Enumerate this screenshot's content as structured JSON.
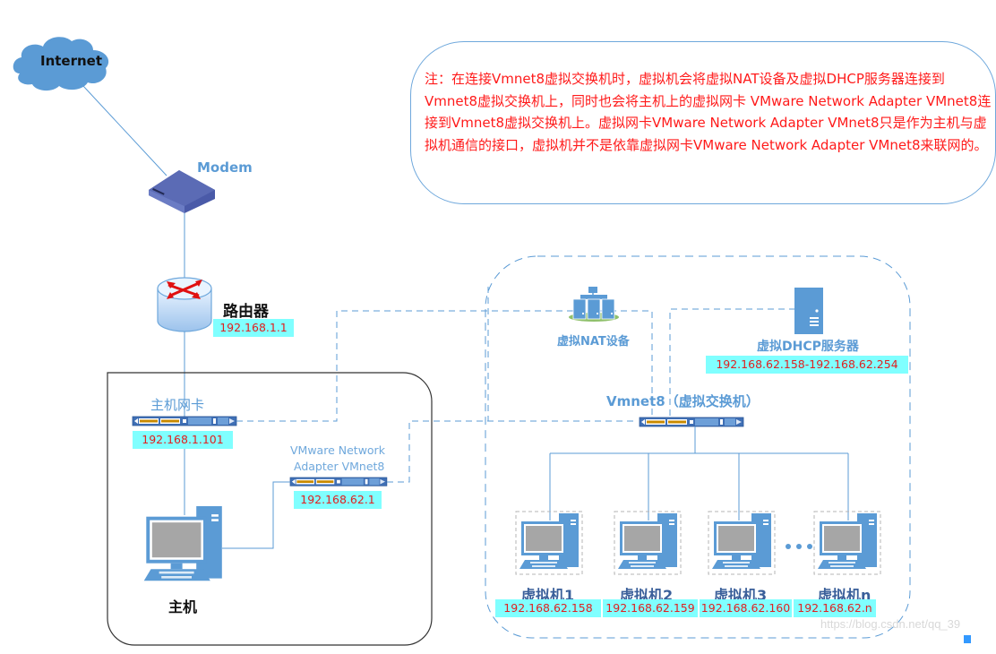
{
  "internet": {
    "label": "Internet",
    "color": "#5b9bd5"
  },
  "modem": {
    "label": "Modem"
  },
  "router": {
    "label": "路由器",
    "ip": "192.168.1.1"
  },
  "host_box": {
    "nic_label": "主机网卡",
    "nic_ip": "192.168.1.101",
    "vmnet8_adapter_label_line1": "VMware Network",
    "vmnet8_adapter_label_line2": "Adapter VMnet8",
    "vmnet8_adapter_ip": "192.168.62.1",
    "host_label": "主机"
  },
  "note": {
    "text": "注：在连接Vmnet8虚拟交换机时，虚拟机会将虚拟NAT设备及虚拟DHCP服务器连接到Vmnet8虚拟交换机上，同时也会将主机上的虚拟网卡 VMware Network Adapter VMnet8连接到Vmnet8虚拟交换机上。虚拟网卡VMware Network Adapter VMnet8只是作为主机与虚拟机通信的接口，虚拟机并不是依靠虚拟网卡VMware Network Adapter VMnet8来联网的。",
    "text_color": "#ff1a1a"
  },
  "virtual_network": {
    "nat_label": "虚拟NAT设备",
    "dhcp_label": "虚拟DHCP服务器",
    "dhcp_range": "192.168.62.158-192.168.62.254",
    "switch_label": "Vmnet8（虚拟交换机）",
    "ellipsis": "• • •",
    "vms": [
      {
        "name": "虚拟机1",
        "ip": "192.168.62.158"
      },
      {
        "name": "虚拟机2",
        "ip": "192.168.62.159"
      },
      {
        "name": "虚拟机3",
        "ip": "192.168.62.160"
      },
      {
        "name": "虚拟机n",
        "ip": "192.168.62.n"
      }
    ]
  },
  "colors": {
    "line": "#5b9bd5",
    "ip_bg": "#80ffff",
    "ip_text": "#e02020"
  },
  "watermark": "https://blog.csdn.net/qq_39"
}
